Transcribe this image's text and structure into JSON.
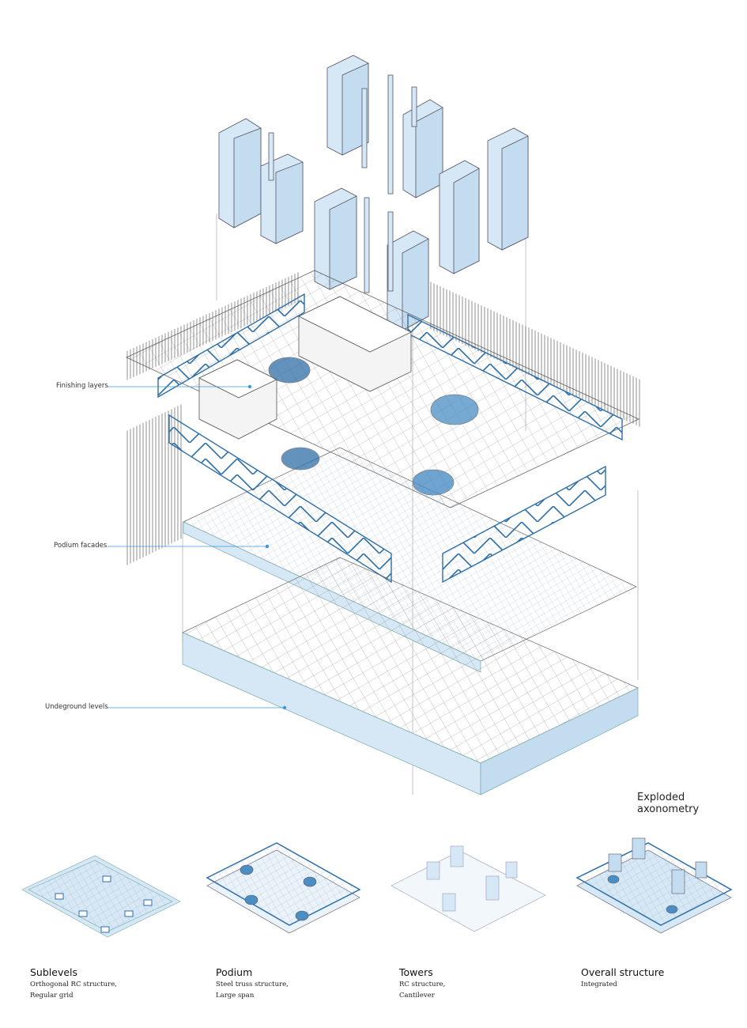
{
  "callouts": {
    "finishing": "Finishing layers",
    "podium_facades": "Podium facades",
    "underground": "Undeground levels"
  },
  "title": "Exploded axonometry",
  "captions": [
    {
      "heading": "Sublevels",
      "line1": "Orthogonal RC structure,",
      "line2": "Regular grid"
    },
    {
      "heading": "Podium",
      "line1": "Steel truss structure,",
      "line2": "Large span"
    },
    {
      "heading": "Towers",
      "line1": "RC structure,",
      "line2": "Cantilever"
    },
    {
      "heading": "Overall structure",
      "line1": "Integrated",
      "line2": ""
    }
  ],
  "colors": {
    "accent_blue": "#2f6fa8",
    "fill_blue": "#d6e8f5",
    "line_grey": "#555555",
    "callout_line": "#3a9ad9"
  }
}
